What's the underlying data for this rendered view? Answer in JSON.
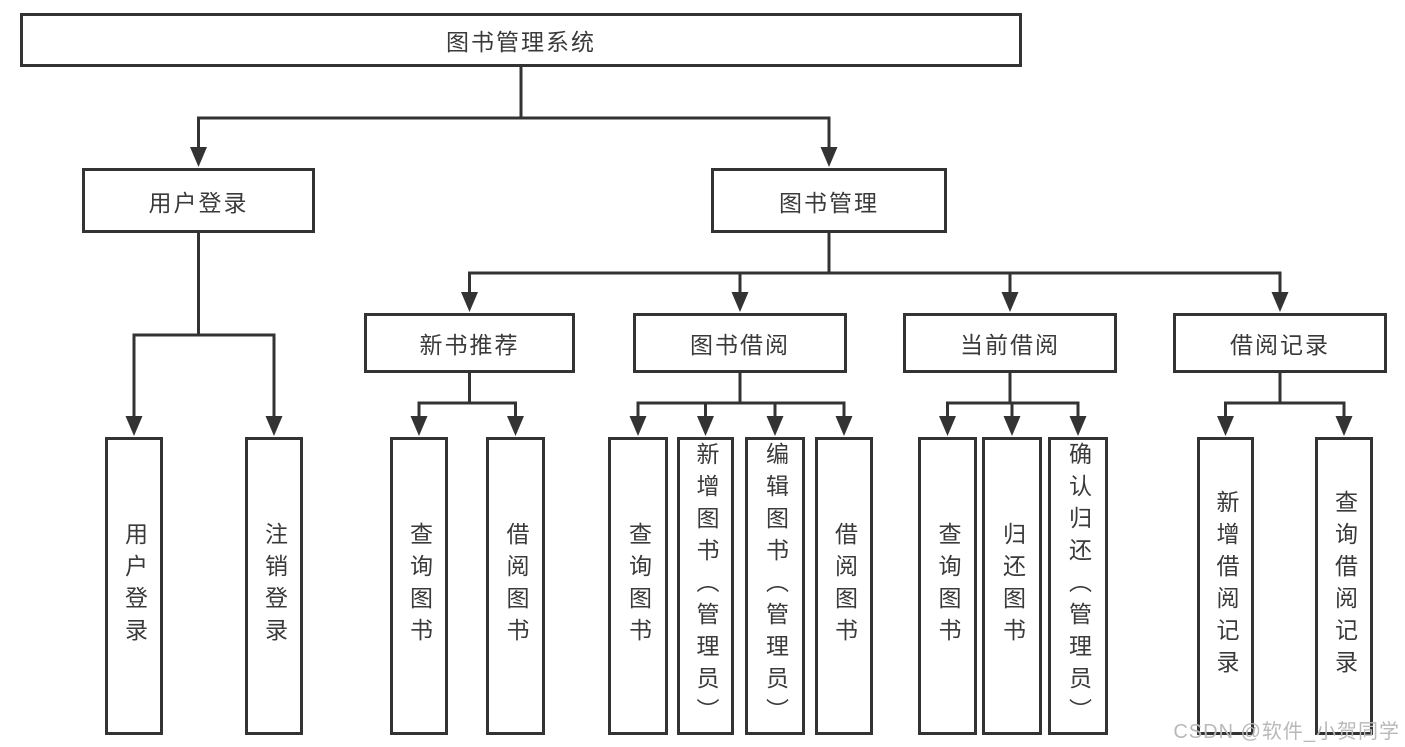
{
  "diagram": {
    "nodes": {
      "root": "图书管理系统",
      "user-login": "用户登录",
      "book-mgmt": "图书管理",
      "new-book-rec": "新书推荐",
      "book-borrowing": "图书借阅",
      "current-borrowing": "当前借阅",
      "borrowing-records": "借阅记录",
      "user-login-leaf": "用户登录",
      "logout-leaf": "注销登录",
      "rec-query-books": "查询图书",
      "rec-borrow-books": "借阅图书",
      "bor-query-books": "查询图书",
      "bor-add-books": "新增图书（管理员）",
      "bor-edit-books": "编辑图书（管理员）",
      "bor-borrow-books": "借阅图书",
      "cur-query-books": "查询图书",
      "cur-return-books": "归还图书",
      "cur-confirm-return": "确认归还（管理员）",
      "brec-add-record": "新增借阅记录",
      "brec-query-record": "查询借阅记录"
    },
    "watermark": "CSDN @软件_小贺同学",
    "colors": {
      "line": "#333333",
      "text": "#3a3a3a",
      "box_background": "#ffffff",
      "background": "#ffffff",
      "watermark": "#b9b9b9"
    }
  }
}
